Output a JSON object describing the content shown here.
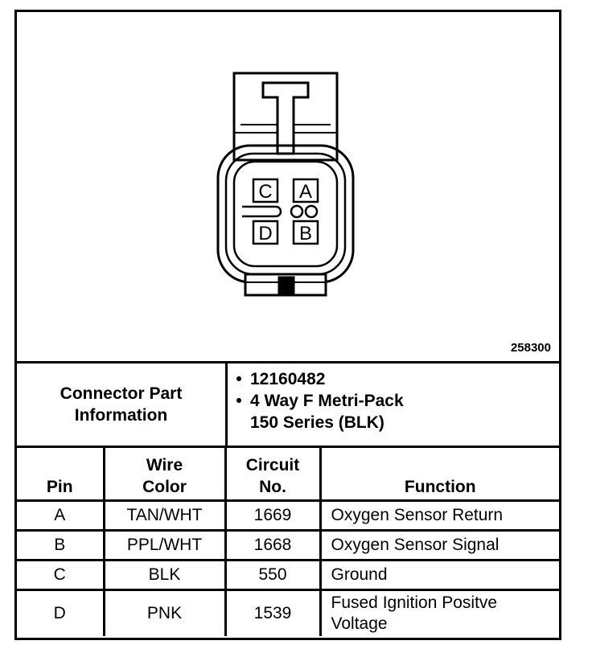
{
  "figure_id": "258300",
  "connector": {
    "pin_letters": [
      "C",
      "A",
      "D",
      "B"
    ]
  },
  "info": {
    "label_line1": "Connector Part",
    "label_line2": "Information",
    "bullet": "•",
    "part_number": "12160482",
    "description_line1": "4 Way F Metri-Pack",
    "description_line2": "150 Series (BLK)"
  },
  "table": {
    "headers": {
      "pin": "Pin",
      "wire_color_line1": "Wire",
      "wire_color_line2": "Color",
      "circuit_line1": "Circuit",
      "circuit_line2": "No.",
      "function": "Function"
    },
    "rows": [
      {
        "pin": "A",
        "wire_color": "TAN/WHT",
        "circuit": "1669",
        "function": "Oxygen Sensor Return"
      },
      {
        "pin": "B",
        "wire_color": "PPL/WHT",
        "circuit": "1668",
        "function": "Oxygen Sensor Signal"
      },
      {
        "pin": "C",
        "wire_color": "BLK",
        "circuit": "550",
        "function": "Ground"
      },
      {
        "pin": "D",
        "wire_color": "PNK",
        "circuit": "1539",
        "function_line1": "Fused Ignition Positve",
        "function_line2": "Voltage"
      }
    ]
  }
}
